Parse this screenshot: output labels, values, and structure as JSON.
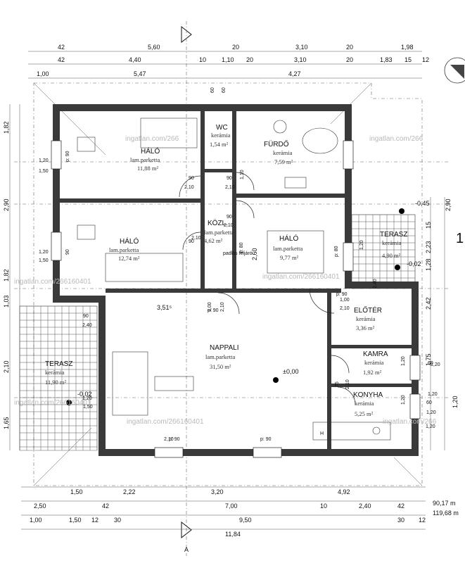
{
  "rooms": {
    "halo1": {
      "name": "HÁLÓ",
      "floor": "lam.parketta",
      "area": "11,88 m²"
    },
    "wc": {
      "name": "WC",
      "floor": "kerámia",
      "area": "1,54 m²"
    },
    "furdo": {
      "name": "FÜRDŐ",
      "floor": "kerámia",
      "area": "7,59 m²"
    },
    "halo2": {
      "name": "HÁLÓ",
      "floor": "lam.parketta",
      "area": "12,74 m²"
    },
    "kozl": {
      "name": "KÖZL.",
      "floor": "lam.parketta",
      "area": "4,62 m²"
    },
    "halo3": {
      "name": "HÁLÓ",
      "floor": "lam.parketta",
      "area": "9,77 m²"
    },
    "terasz_right": {
      "name": "TERASZ",
      "floor": "kerámia",
      "area": "4,90 m²"
    },
    "eloter": {
      "name": "ELŐTÉR",
      "floor": "kerámia",
      "area": "3,36 m²"
    },
    "nappali": {
      "name": "NAPPALI",
      "floor": "lam.parketta",
      "area": "31,50 m²"
    },
    "kamra": {
      "name": "KAMRA",
      "floor": "kerámia",
      "area": "1,92 m²"
    },
    "konyha": {
      "name": "KONYHA",
      "floor": "kerámia",
      "area": "5,25 m²"
    },
    "terasz_left": {
      "name": "TERASZ",
      "floor": "kerámia",
      "area": "11,90 m²"
    }
  },
  "dims_top": {
    "row1": [
      "42",
      "5,60",
      "20",
      "3,10",
      "20",
      "1,98"
    ],
    "row2": [
      "42",
      "4,40",
      "10",
      "1,10",
      "20",
      "3,10",
      "20",
      "1,83",
      "15",
      "12"
    ],
    "row3": [
      "1,00",
      "5,47",
      "4,27"
    ],
    "small": [
      "60",
      "60"
    ]
  },
  "dims_bottom": {
    "row1": [
      "1,50",
      "2,22",
      "3,20",
      "4,92"
    ],
    "row2": [
      "2,50",
      "42",
      "7,00",
      "10",
      "2,40",
      "42"
    ],
    "row3": [
      "1,00",
      "1,50",
      "12",
      "30",
      "9,50",
      "30",
      "12"
    ],
    "row4": [
      "11,84"
    ]
  },
  "dims_left": [
    "1,82",
    "1,20",
    "1,50",
    "2,90",
    "1,20",
    "1,50",
    "1,82",
    "1,03",
    "2,10",
    "1,65"
  ],
  "dims_right": [
    "2,90",
    "15",
    "2,23",
    "1,28",
    "2,42",
    "1,75",
    "1,20"
  ],
  "openings": [
    "p: 90",
    "90",
    "2,10",
    "90",
    "2,10",
    "90",
    "2,10",
    "1,10",
    "90",
    "2,10",
    "90",
    "2,10",
    "p: 90",
    "1,00",
    "2,10",
    "1,20",
    "2,40",
    "p: 80",
    "1,00",
    "2,10",
    "60",
    "1,20",
    "75",
    "2,10",
    "1,20",
    "1,20",
    "60",
    "1,20",
    "1,20",
    "1,20",
    "p: 90",
    "p: 90",
    "90",
    "2,40",
    "1,50",
    "1,20",
    "p: 80",
    "p: 90"
  ],
  "misc": {
    "level_main": "±0,00",
    "level_terrace_right": "-0,02",
    "level_outside": "-0,45",
    "level_terrace_left": "-0,02",
    "span": "3,51⁵",
    "kozl_extra": "padlás feljáró",
    "stair_height": "2,60",
    "wc_dim": "1,20",
    "area_label1": "90,17 m",
    "area_label2": "119,68 m",
    "section": "A",
    "edge_num": "1",
    "kitchen_h": "H",
    "watermark": "ingatlan.com/266",
    "watermark2": "ingatlan.com/266160401"
  },
  "colors": {
    "wall": "#3a3a3a",
    "line": "#222222",
    "watermark": "#b9b9b9"
  }
}
